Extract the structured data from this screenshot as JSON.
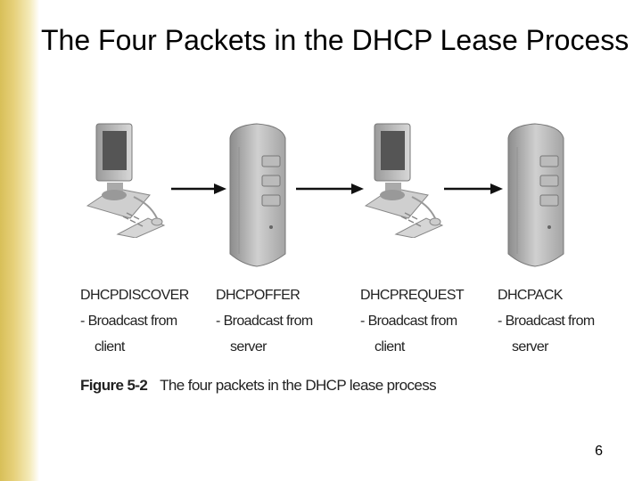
{
  "slide": {
    "title": "The Four Packets in the DHCP Lease Process",
    "page_number": "6"
  },
  "figure": {
    "packets": [
      {
        "name": "DHCPDISCOVER",
        "line1": "- Broadcast from",
        "line2": "client",
        "device": "client-computer-icon"
      },
      {
        "name": "DHCPOFFER",
        "line1": "- Broadcast from",
        "line2": "server",
        "device": "server-tower-icon"
      },
      {
        "name": "DHCPREQUEST",
        "line1": "- Broadcast from",
        "line2": "client",
        "device": "client-computer-icon"
      },
      {
        "name": "DHCPACK",
        "line1": "- Broadcast from",
        "line2": "server",
        "device": "server-tower-icon"
      }
    ],
    "caption_number": "Figure 5-2",
    "caption_text": "The four packets in the DHCP lease process"
  },
  "colors": {
    "side_bar": "#d8bf58",
    "arrow": "#111111"
  }
}
